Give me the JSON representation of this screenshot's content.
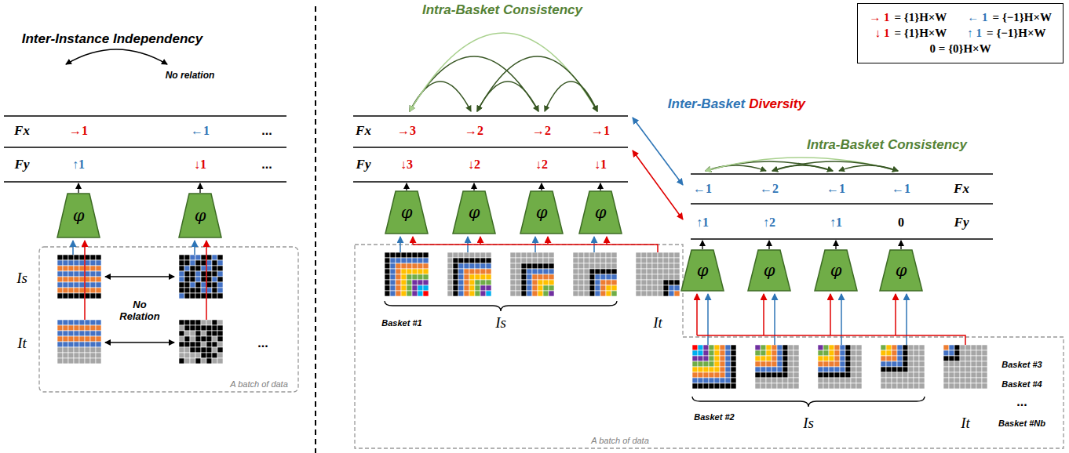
{
  "diagram": {
    "nodes": [
      {
        "text": [
          "φ"
        ]
      },
      {
        "text": [
          "φ"
        ]
      },
      {
        "text": [
          "φ"
        ]
      },
      {
        "text": [
          "φ"
        ]
      },
      {
        "text": [
          "φ"
        ]
      },
      {
        "text": [
          "φ"
        ]
      },
      {
        "text": [
          "φ"
        ]
      },
      {
        "text": [
          "φ"
        ]
      },
      {
        "text": [
          "φ"
        ]
      },
      {
        "text": [
          "φ"
        ]
      },
      {
        "text": [
          "→ 1",
          "= {1}H×W",
          "← 1",
          "= {−1}H×W",
          "↓ 1",
          "= {1}H×W",
          "↑ 1",
          "= {−1}H×W",
          "0 = {0}H×W"
        ]
      }
    ],
    "labels": [
      "Inter-Instance Independency",
      "No relation",
      "Fx",
      "→1",
      "←1",
      "...",
      "Fy",
      "↑1",
      "↓1",
      "...",
      "Is",
      "It",
      "No Relation",
      "...",
      "A batch of data",
      "Intra-Basket Consistency",
      "Fx",
      "→3",
      "→2",
      "→2",
      "→1",
      "Fy",
      "↓3",
      "↓2",
      "↓2",
      "↓1",
      "Basket #1",
      "Is",
      "It",
      "A batch of data",
      "Inter-Basket",
      "Diversity",
      "Intra-Basket Consistency",
      "←1",
      "←2",
      "←1",
      "←1",
      "Fx",
      "↑1",
      "↑2",
      "↑1",
      "0",
      "Fy",
      "Basket #2",
      "Is",
      "It",
      "Basket #3",
      "Basket #4",
      "...",
      "Basket #Nb"
    ]
  }
}
